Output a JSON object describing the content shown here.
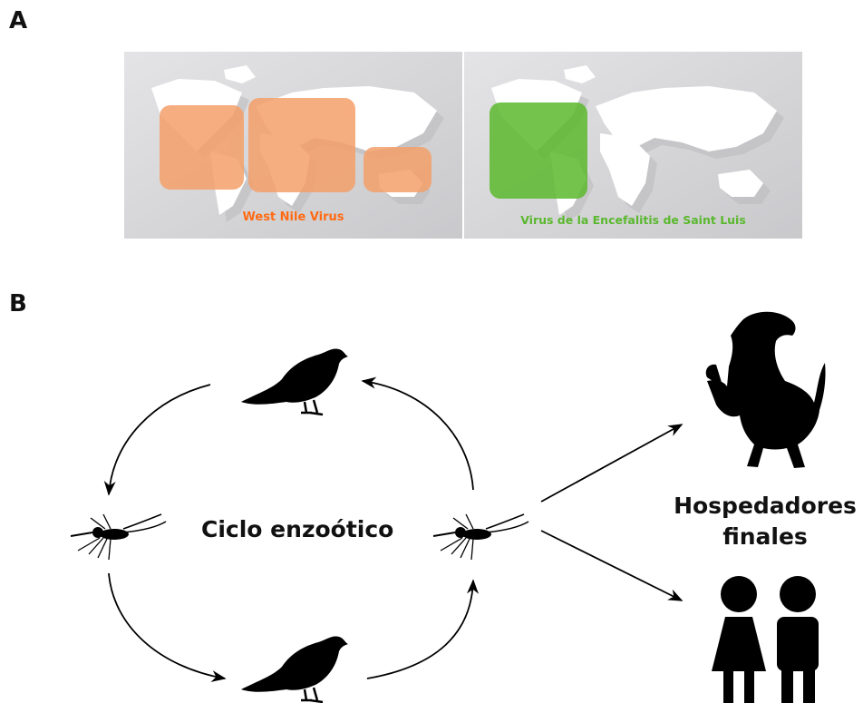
{
  "panels": {
    "a_letter": "A",
    "b_letter": "B"
  },
  "maps": {
    "left_label": "West Nile Virus",
    "right_label": "Virus de la Encefalitis de Saint Luis",
    "left_highlight_color": "#f4a06a",
    "right_highlight_color": "#5ab82e",
    "map_background": "#d7d7d9",
    "continent_color": "#ffffff"
  },
  "cycle": {
    "label": "Ciclo enzoótico"
  },
  "hosts": {
    "line1": "Hospedadores",
    "line2": "finales"
  },
  "icons": [
    "bird-icon",
    "mosquito-icon",
    "horse-icon",
    "humans-icon"
  ]
}
